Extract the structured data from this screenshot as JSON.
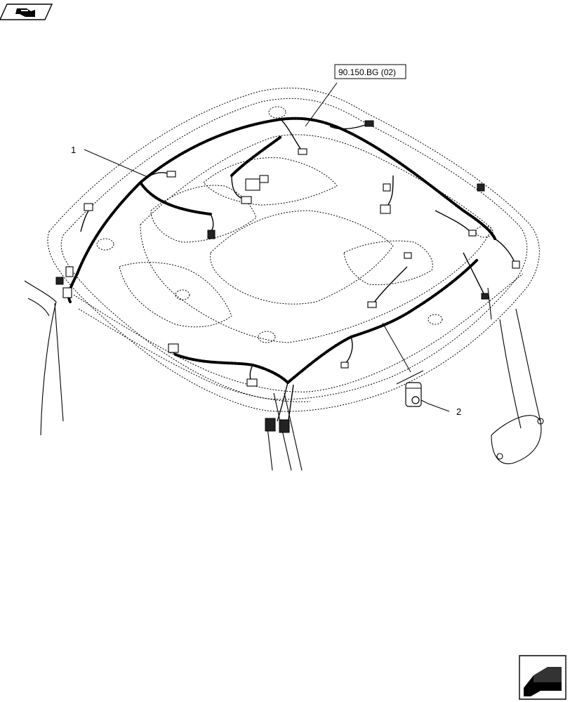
{
  "diagram": {
    "reference_label": "90.150.BG (02)",
    "callouts": [
      {
        "number": "1"
      },
      {
        "number": "2"
      }
    ],
    "icons": {
      "top_left": "hand-pointer-book-icon",
      "bottom_right": "next-page-arrow-icon"
    }
  }
}
